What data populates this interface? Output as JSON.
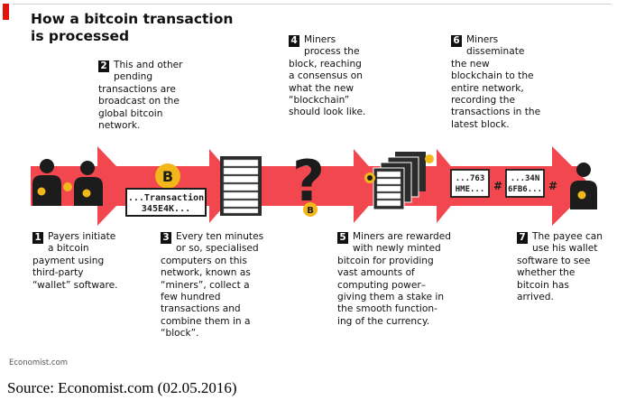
{
  "title_line1": "How a bitcoin transaction",
  "title_line2": "is processed",
  "steps": [
    {
      "n": "1",
      "text": "Payers initiate a bitcoin payment using third-party “wallet” software."
    },
    {
      "n": "2",
      "text": "This and other pending transactions are broadcast on the global bitcoin network."
    },
    {
      "n": "3",
      "text": "Every ten minutes or so, specialised computers on this network, known as “miners”, collect a few hundred transactions and combine them in a “block”."
    },
    {
      "n": "4",
      "text": "Miners process the block, reaching a consensus on what the new “blockchain” should look like."
    },
    {
      "n": "5",
      "text": "Miners are rewarded with newly minted bitcoin for providing vast amounts of computing power– giving them a stake in the smooth function- ing of the currency."
    },
    {
      "n": "6",
      "text": "Miners disseminate the new blockchain to the entire network, recording the transactions in the latest block."
    },
    {
      "n": "7",
      "text": "The payee can use his wallet software to see whether the bitcoin has arrived."
    }
  ],
  "transaction_line1": "...Transaction",
  "transaction_line2": "345E4K...",
  "block_a_line1": "...763",
  "block_a_line2": "HME...",
  "block_b_line1": "...34N",
  "block_b_line2": "6FB6...",
  "hash_symbol": "#",
  "bitcoin_symbol": "B",
  "question_mark": "?",
  "credit": "Economist.com",
  "source": "Source: Economist.com (02.05.2016)",
  "colors": {
    "arrow": "#f2474f",
    "coin": "#f2b71a",
    "accent": "#e3120b"
  }
}
